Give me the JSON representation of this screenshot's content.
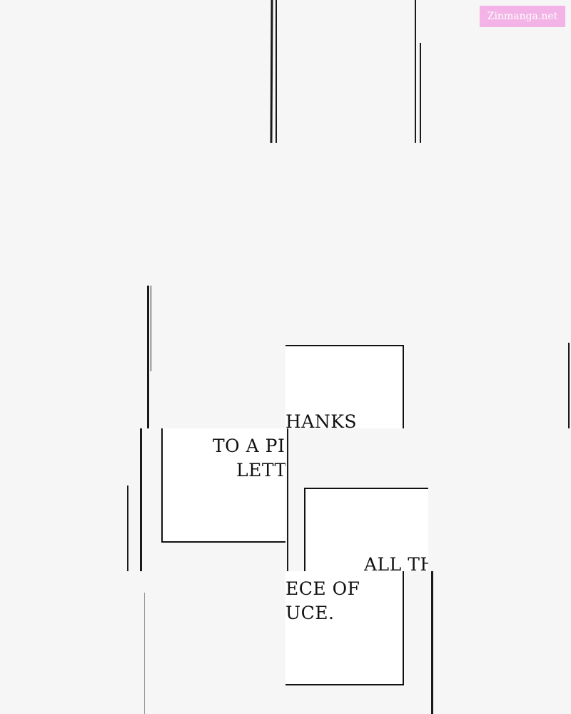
{
  "watermark": "Zinmanga.net",
  "captions": {
    "fragment_1": "HANKS",
    "fragment_2_line1": "TO A PI",
    "fragment_2_line2": "LETT",
    "fragment_3": "ALL TH",
    "fragment_4_line1": "ECE OF",
    "fragment_4_line2": "UCE."
  }
}
